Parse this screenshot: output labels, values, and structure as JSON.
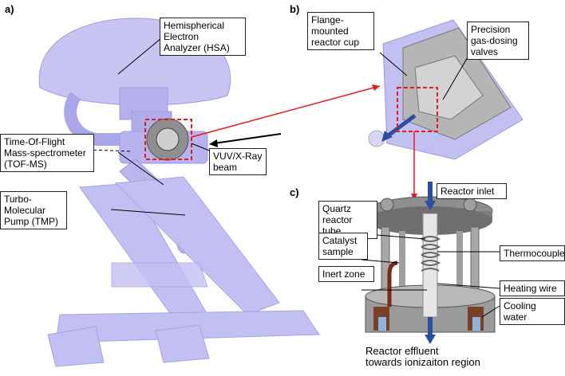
{
  "panel_labels": {
    "a": "a)",
    "b": "b)",
    "c": "c)"
  },
  "panel_a": {
    "hsa": "Hemispherical\nElectron\nAnalyzer (HSA)",
    "tof": "Time-Of-Flight\nMass-spectrometer\n(TOF-MS)",
    "tmp": "Turbo-\nMolecular\nPump (TMP)",
    "beam": "VUV/X-Ray\nbeam"
  },
  "panel_b": {
    "cup": "Flange-\nmounted\nreactor cup",
    "valves": "Precision\ngas-dosing\nvalves"
  },
  "panel_c": {
    "inlet": "Reactor inlet",
    "quartz": "Quartz\nreactor tube",
    "catalyst": "Catalyst\nsample",
    "inert": "Inert zone",
    "thermocouple": "Thermocouple",
    "heating": "Heating wire",
    "cooling": "Cooling water",
    "effluent": "Reactor effluent\ntowards ionizaiton region"
  },
  "colors": {
    "machine": "#b9b6ee",
    "metal": "#9a9a9a",
    "highlight": "#e41b1b",
    "flow": "#2b4fa0"
  }
}
